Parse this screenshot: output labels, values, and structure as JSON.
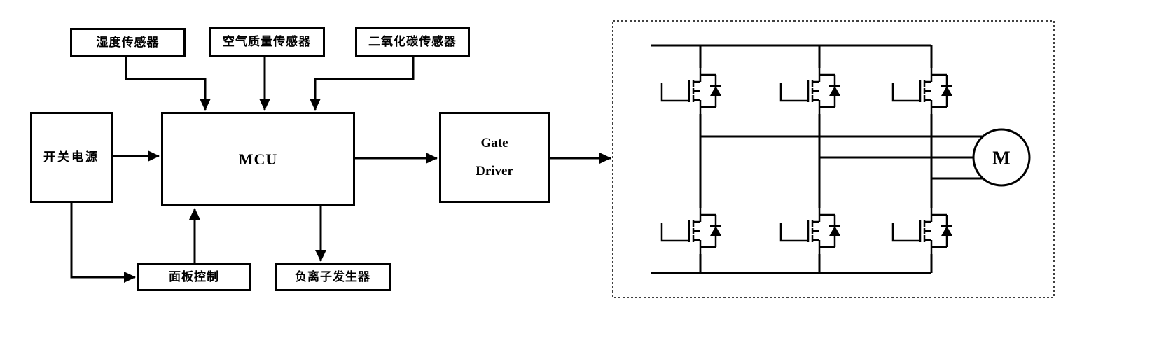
{
  "diagram": {
    "sensors": [
      {
        "label": "湿度传感器"
      },
      {
        "label": "空气质量传感器"
      },
      {
        "label": "二氧化碳传感器"
      }
    ],
    "power_supply": {
      "label": "开关电源"
    },
    "mcu": {
      "label": "MCU"
    },
    "gate_driver": {
      "line1": "Gate",
      "line2": "Driver"
    },
    "panel_control": {
      "label": "面板控制"
    },
    "ion_generator": {
      "label": "负离子发生器"
    },
    "motor": {
      "label": "M"
    }
  }
}
